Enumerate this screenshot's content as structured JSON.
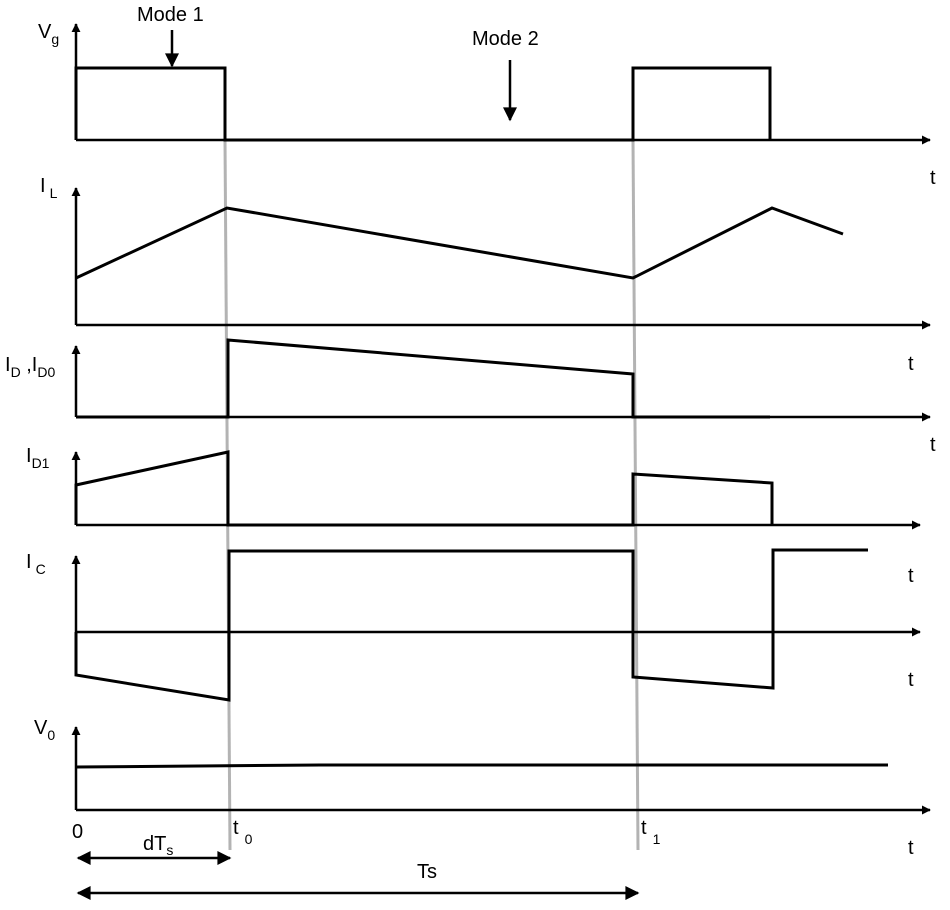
{
  "annotations": {
    "mode1": "Mode 1",
    "mode2": "Mode 2"
  },
  "waveforms": [
    {
      "id": "vg",
      "label": "V",
      "sub": "g"
    },
    {
      "id": "il",
      "label": "I",
      "sub": "L"
    },
    {
      "id": "id",
      "label": "I",
      "sub": "D",
      "label2": " ,I",
      "sub2": "D0"
    },
    {
      "id": "id1",
      "label": "I",
      "sub": "D1"
    },
    {
      "id": "ic",
      "label": "I",
      "sub": "C"
    },
    {
      "id": "v0",
      "label": "V",
      "sub": "0"
    }
  ],
  "time_axis_label": "t",
  "time_marks": {
    "origin": "0",
    "t0": "t",
    "t0_sub": "0",
    "t1": "t",
    "t1_sub": "1"
  },
  "intervals": {
    "dts": "dT",
    "dts_sub": "s",
    "ts": "Ts"
  },
  "colors": {
    "trace": "#000000",
    "guide": "#b3b3b3",
    "background": "#ffffff"
  }
}
